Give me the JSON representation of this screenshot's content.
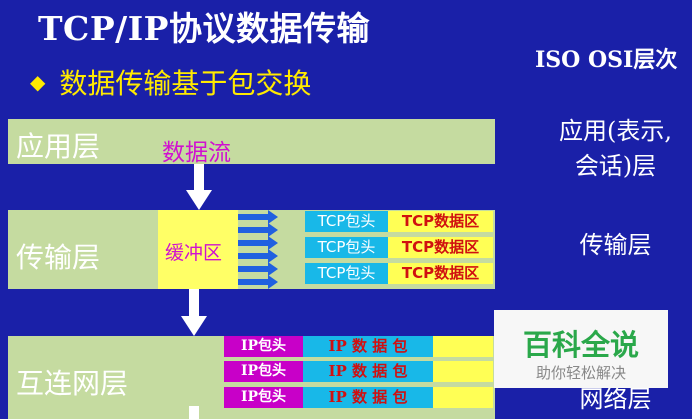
{
  "title": "TCP/IP协议数据传输",
  "bullet": {
    "marker": "◆",
    "text": "数据传输基于包交换"
  },
  "iso_header": "ISO OSI层次",
  "layers": {
    "application": {
      "name": "应用层",
      "stream": "数据流"
    },
    "transport": {
      "name": "传输层",
      "buffer": "缓冲区"
    },
    "network": {
      "name": "互连网层"
    }
  },
  "tcp_packets": [
    {
      "head": "TCP包头",
      "data": "TCP数据区"
    },
    {
      "head": "TCP包头",
      "data": "TCP数据区"
    },
    {
      "head": "TCP包头",
      "data": "TCP数据区"
    }
  ],
  "ip_packets": [
    {
      "head": "IP包头",
      "data": "IP  数 据 包"
    },
    {
      "head": "IP包头",
      "data": "IP  数 据 包"
    },
    {
      "head": "IP包头",
      "data": "IP  数 据 包"
    }
  ],
  "osi_labels": {
    "application_line1": "应用(表示,",
    "application_line2": "会话)层",
    "transport": "传输层",
    "network": "网络层"
  },
  "watermark": {
    "main": "百科全说",
    "sub": "助你轻松解决"
  },
  "colors": {
    "background": "#1a20a8",
    "layer_band": "#c5dba0",
    "bullet_text": "#ffea00",
    "stream_text": "#d010d0",
    "packet_head": "#18b8e8",
    "packet_data": "#ffff55",
    "packet_data_text": "#d01010",
    "ip_head": "#c800c8",
    "arrow": "#2060e0",
    "watermark_green": "#2aa84a"
  }
}
